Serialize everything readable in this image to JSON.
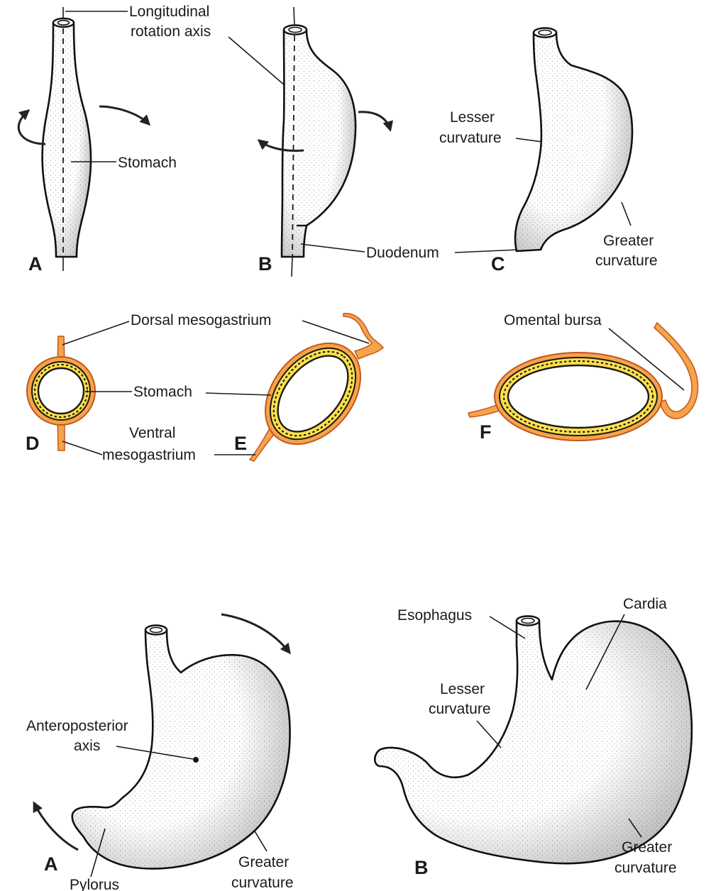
{
  "top_panels": {
    "A": "A",
    "B": "B",
    "C": "C",
    "D": "D",
    "E": "E",
    "F": "F"
  },
  "bottom_panels": {
    "A": "A",
    "B": "B"
  },
  "labels": {
    "longitudinal_line1": "Longitudinal",
    "longitudinal_line2": "rotation axis",
    "stomach_a": "Stomach",
    "lesser_c_line1": "Lesser",
    "lesser_c_line2": "curvature",
    "greater_c_line1": "Greater",
    "greater_c_line2": "curvature",
    "duodenum": "Duodenum",
    "dorsal_meso": "Dorsal mesogastrium",
    "stomach_de": "Stomach",
    "ventral_line1": "Ventral",
    "ventral_line2": "mesogastrium",
    "omental_bursa": "Omental bursa",
    "ap_line1": "Anteroposterior",
    "ap_line2": "axis",
    "pylorus": "Pylorus",
    "greater_a_line1": "Greater",
    "greater_a_line2": "curvature",
    "esophagus": "Esophagus",
    "cardia": "Cardia",
    "lesser_b_line1": "Lesser",
    "lesser_b_line2": "curvature",
    "greater_b_line1": "Greater",
    "greater_b_line2": "curvature"
  },
  "colors": {
    "mesentery_orange": "#f6a34a",
    "wall_yellow": "#fde04a",
    "outline": "#111111"
  }
}
